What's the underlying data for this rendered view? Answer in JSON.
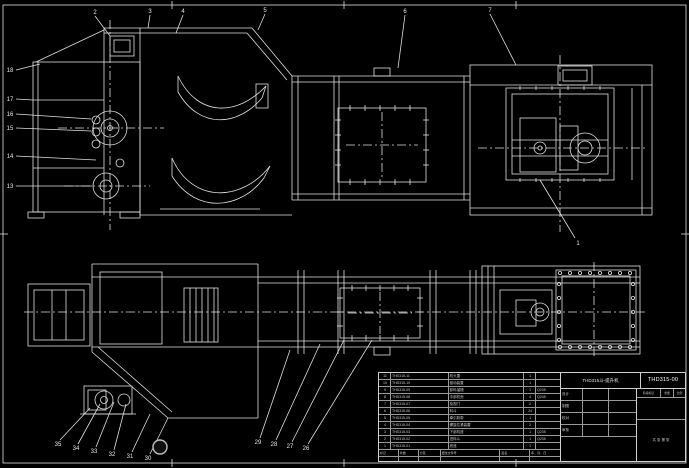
{
  "colors": {
    "bg": "#000000",
    "line": "#e8e8e8"
  },
  "drawing": {
    "name": "THD315斗-提升机",
    "number": "THD315-00"
  },
  "callouts": {
    "top": [
      "2",
      "3",
      "4",
      "5",
      "6",
      "7"
    ],
    "drive": "1",
    "left": [
      "18",
      "17",
      "16",
      "15",
      "14",
      "13"
    ],
    "bottom_left": [
      "35",
      "34",
      "33",
      "32",
      "31",
      "30"
    ],
    "bottom_mid": [
      "29",
      "28",
      "27",
      "26"
    ]
  },
  "bom": {
    "rows": [
      {
        "seq": "11",
        "code": "THD315-11",
        "name": "机头罩",
        "qty": "1",
        "mat": ""
      },
      {
        "seq": "10",
        "code": "THD315-10",
        "name": "驱动装置",
        "qty": "1",
        "mat": ""
      },
      {
        "seq": "9",
        "code": "THD315-09",
        "name": "卸料溜槽",
        "qty": "1",
        "mat": "Q235"
      },
      {
        "seq": "8",
        "code": "THD315-08",
        "name": "中部机壳",
        "qty": "4",
        "mat": "Q235"
      },
      {
        "seq": "7",
        "code": "THD315-07",
        "name": "检视门",
        "qty": "2",
        "mat": ""
      },
      {
        "seq": "6",
        "code": "THD315-06",
        "name": "料斗",
        "qty": "24",
        "mat": ""
      },
      {
        "seq": "5",
        "code": "THD315-05",
        "name": "牵引胶带",
        "qty": "1",
        "mat": ""
      },
      {
        "seq": "4",
        "code": "THD315-04",
        "name": "螺旋拉紧装置",
        "qty": "2",
        "mat": ""
      },
      {
        "seq": "3",
        "code": "THD315-03",
        "name": "下部机座",
        "qty": "1",
        "mat": "Q235"
      },
      {
        "seq": "2",
        "code": "THD315-02",
        "name": "进料斗",
        "qty": "1",
        "mat": "Q235"
      },
      {
        "seq": "1",
        "code": "THD315-01",
        "name": "底座",
        "qty": "1",
        "mat": ""
      }
    ]
  },
  "title_block": {
    "sign_labels": [
      "设计",
      "制图",
      "校对",
      "审核"
    ],
    "stage_label": "阶段标记",
    "weight_label": "重量",
    "scale_label": "比例",
    "sheet_label": "共 张 第 张",
    "revision_labels": [
      "标记",
      "处数",
      "分区",
      "更改文件号",
      "签名",
      "年、月、日"
    ]
  }
}
